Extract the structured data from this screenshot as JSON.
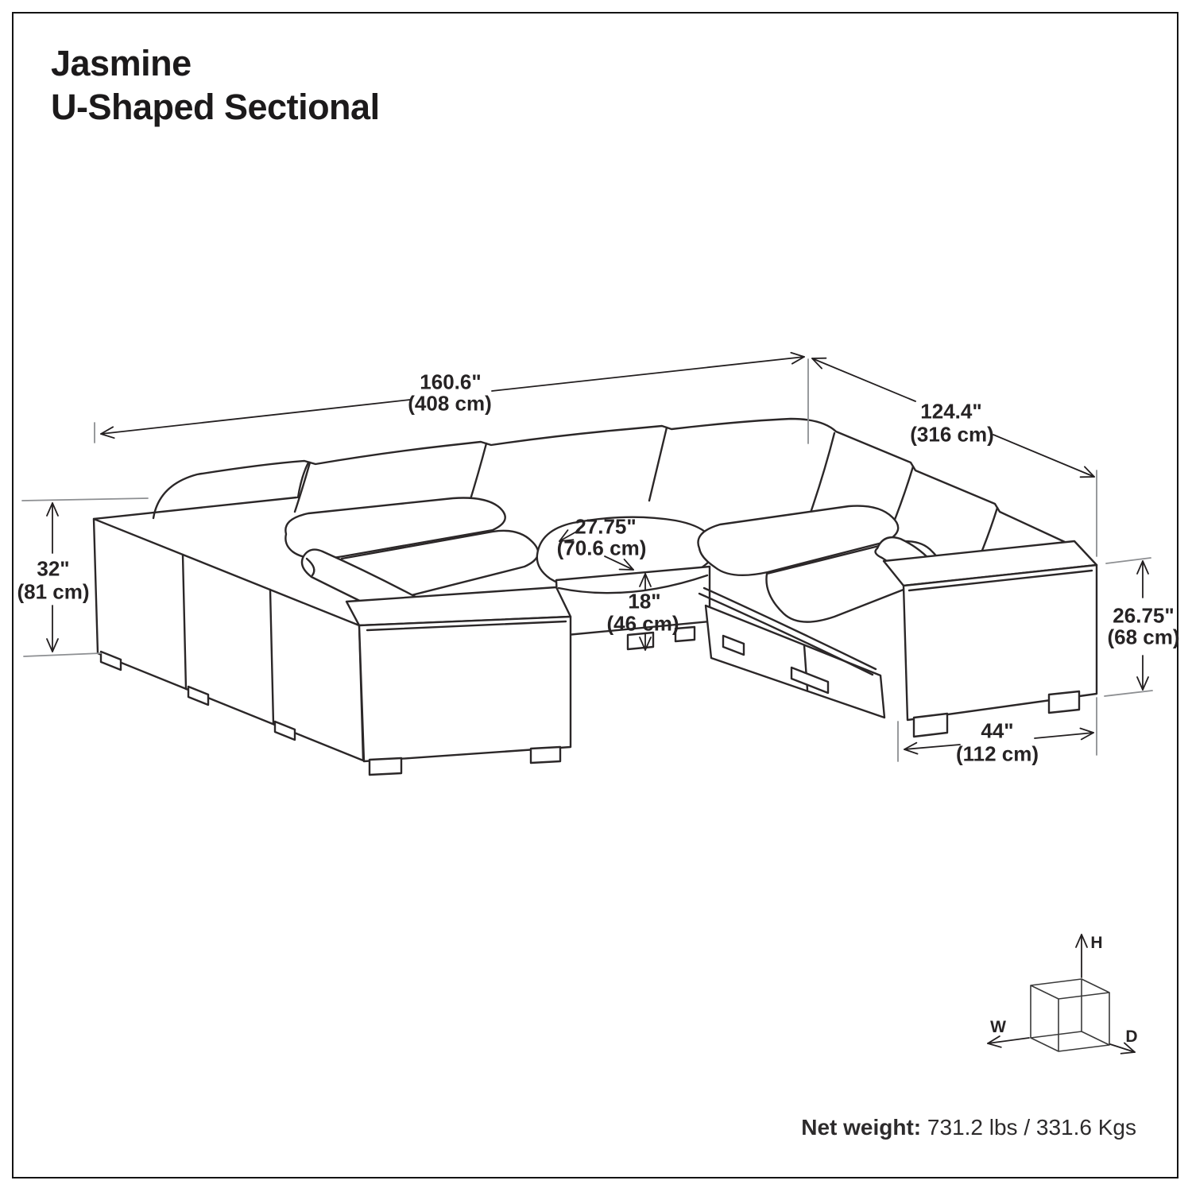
{
  "title": {
    "line1": "Jasmine",
    "line2": "U-Shaped Sectional"
  },
  "product": "Jasmine U-Shaped Sectional",
  "dimensions": {
    "overall_width": {
      "in": "160.6\"",
      "cm": "(408 cm)"
    },
    "overall_depth": {
      "in": "124.4\"",
      "cm": "(316 cm)"
    },
    "overall_height": {
      "in": "32\"",
      "cm": "(81 cm)"
    },
    "seat_depth": {
      "in": "27.75\"",
      "cm": "(70.6 cm)"
    },
    "seat_height": {
      "in": "18\"",
      "cm": "(46 cm)"
    },
    "arm_height": {
      "in": "26.75\"",
      "cm": "(68 cm)"
    },
    "arm_width": {
      "in": "44\"",
      "cm": "(112 cm)"
    }
  },
  "axes": {
    "w": "W",
    "h": "H",
    "d": "D"
  },
  "net_weight": {
    "label": "Net weight:",
    "value": " 731.2 lbs / 331.6 Kgs"
  },
  "colors": {
    "background": "#ffffff",
    "sofa_line": "#2b2728",
    "dimension_line": "#231f20",
    "extension_line": "#8d8f92",
    "text": "#232021",
    "border": "#141414"
  }
}
